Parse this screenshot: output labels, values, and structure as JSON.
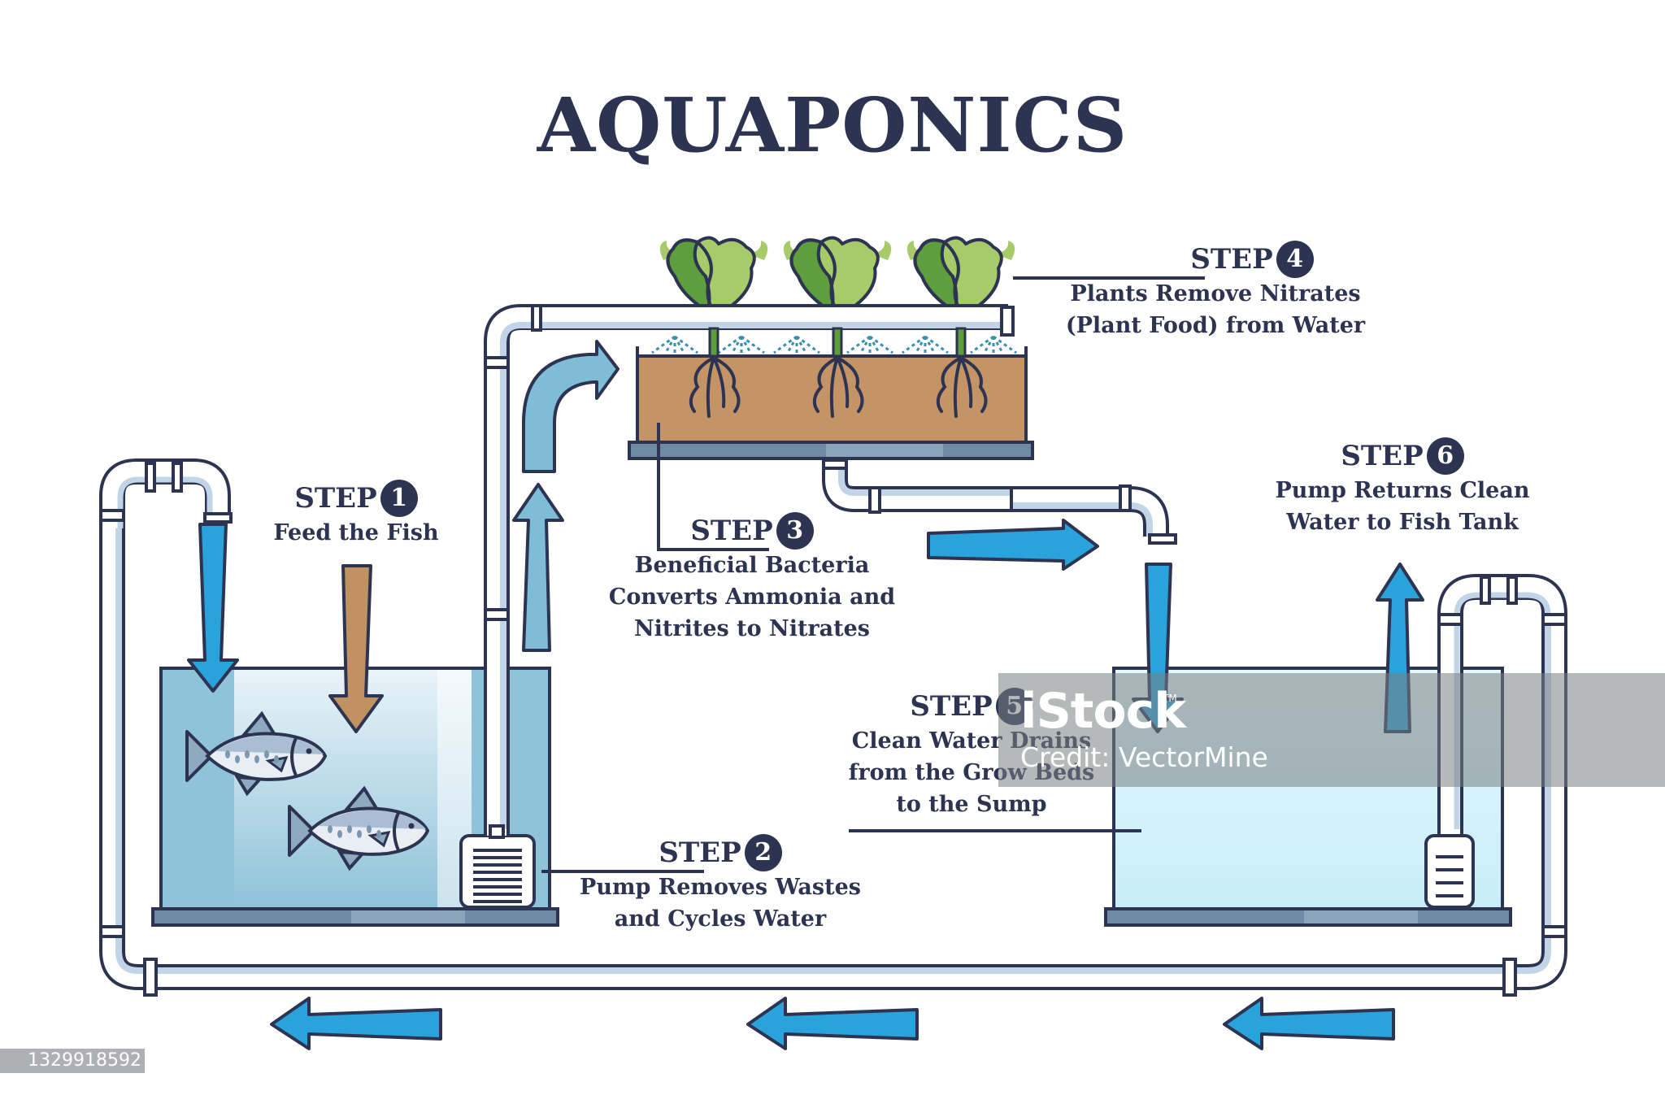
{
  "title": "AQUAPONICS",
  "step_label": "STEP",
  "steps": [
    {
      "number": "1",
      "lines": [
        "Feed the Fish"
      ]
    },
    {
      "number": "2",
      "lines": [
        "Pump Removes Wastes",
        "and Cycles Water"
      ]
    },
    {
      "number": "3",
      "lines": [
        "Beneficial Bacteria",
        "Converts Ammonia and",
        "Nitrites to Nitrates"
      ]
    },
    {
      "number": "4",
      "lines": [
        "Plants Remove Nitrates",
        "(Plant Food) from Water"
      ]
    },
    {
      "number": "5",
      "lines": [
        "Clean Water Drains",
        "from the Grow Beds",
        "to the Sump"
      ]
    },
    {
      "number": "6",
      "lines": [
        "Pump Returns Clean",
        "Water to Fish Tank"
      ]
    }
  ],
  "components": {
    "fish_tank": "fish tank",
    "grow_bed": "grow bed",
    "sump": "sump tank",
    "plants_count": 3,
    "fish_count": 2
  },
  "watermark": {
    "logo": "iStock",
    "tm": "TM",
    "credit": "Credit: VectorMine"
  },
  "image_id": "1329918592",
  "colors": {
    "ink": "#2d3452",
    "flow_blue": "#2aa3dc",
    "flow_pale": "#7fbcd6",
    "feed_brown": "#c09262",
    "soil": "#c49366",
    "tank_water": "#8fc3d9",
    "sump_water": "#cdf1fb",
    "leaf_dark": "#5f9e3c",
    "leaf_light": "#a8cb6a",
    "pipe_fill": "#c2d5e6",
    "base": "#6f8aa5"
  }
}
